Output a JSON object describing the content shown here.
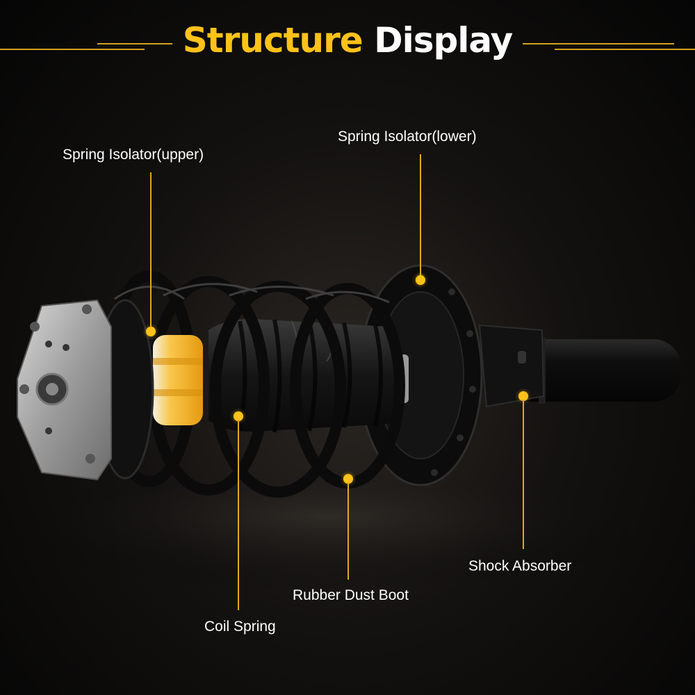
{
  "title": {
    "highlight": "Structure",
    "rest": "Display"
  },
  "colors": {
    "accent": "#ffc21a",
    "text": "#ffffff",
    "background": "#0b0a09"
  },
  "callouts": [
    {
      "id": "spring-isolator-upper",
      "label": "Spring Isolator(upper)"
    },
    {
      "id": "spring-isolator-lower",
      "label": "Spring Isolator(lower)"
    },
    {
      "id": "coil-spring",
      "label": "Coil Spring"
    },
    {
      "id": "rubber-dust-boot",
      "label": "Rubber Dust Boot"
    },
    {
      "id": "shock-absorber",
      "label": "Shock Absorber"
    }
  ]
}
